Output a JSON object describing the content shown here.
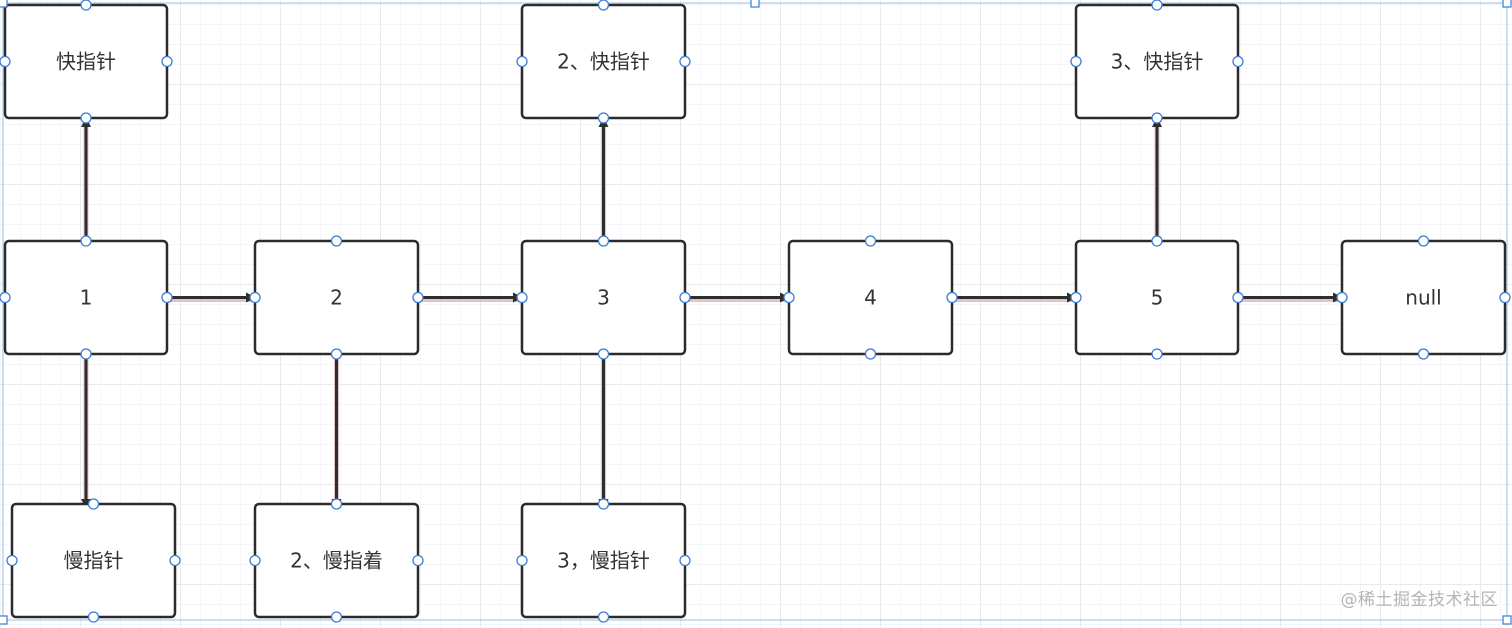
{
  "nodes": [
    {
      "id": "n1",
      "label": "1"
    },
    {
      "id": "n2",
      "label": "2"
    },
    {
      "id": "n3",
      "label": "3"
    },
    {
      "id": "n4",
      "label": "4"
    },
    {
      "id": "n5",
      "label": "5"
    },
    {
      "id": "nnull",
      "label": "null"
    },
    {
      "id": "fast1",
      "label": "快指针"
    },
    {
      "id": "slow1",
      "label": "慢指针"
    },
    {
      "id": "slow2",
      "label": "2、慢指着"
    },
    {
      "id": "fast2",
      "label": "2、快指针"
    },
    {
      "id": "slow3",
      "label": "3，慢指针"
    },
    {
      "id": "fast3",
      "label": "3、快指针"
    }
  ],
  "edges": [
    {
      "from": "n1",
      "to": "n2"
    },
    {
      "from": "n2",
      "to": "n3"
    },
    {
      "from": "n3",
      "to": "n4"
    },
    {
      "from": "n4",
      "to": "n5"
    },
    {
      "from": "n5",
      "to": "nnull"
    },
    {
      "from": "n1",
      "to": "fast1"
    },
    {
      "from": "n1",
      "to": "slow1"
    },
    {
      "from": "n2",
      "to": "slow2"
    },
    {
      "from": "n3",
      "to": "fast2"
    },
    {
      "from": "n3",
      "to": "slow3"
    },
    {
      "from": "n5",
      "to": "fast3"
    }
  ],
  "watermark": "@稀土掘金技术社区",
  "colors": {
    "node_stroke": "#2b2b2b",
    "edge": "#2e2e2e",
    "handle": "#3a7bd5",
    "grid": "#e7ebf0"
  }
}
